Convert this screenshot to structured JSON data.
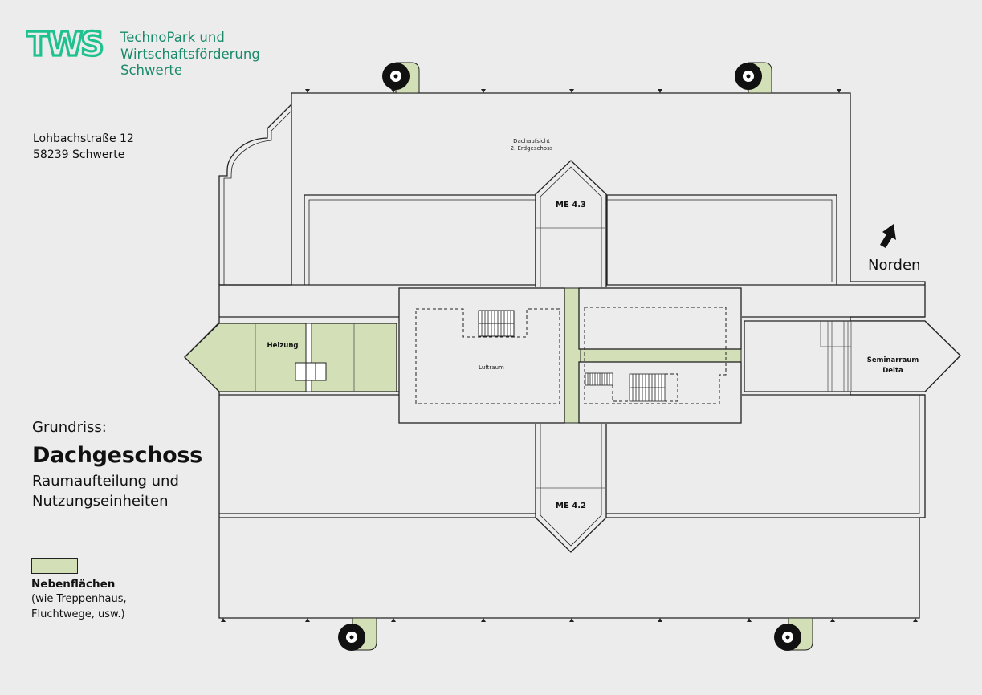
{
  "logo": {
    "mark": "TWS",
    "org_lines": [
      "TechnoPark und",
      "Wirtschaftsförderung",
      "Schwerte"
    ]
  },
  "address": {
    "street": "Lohbachstraße 12",
    "city": "58239 Schwerte"
  },
  "heading": {
    "label": "Grundriss:",
    "title": "Dachgeschoss",
    "subtitle_lines": [
      "Raumaufteilung und",
      "Nutzungseinheiten"
    ]
  },
  "legend": {
    "title": "Nebenflächen",
    "desc_lines": [
      "(wie Treppenhaus,",
      "Fluchtwege, usw.)"
    ],
    "color": "#d3e0b7"
  },
  "compass": {
    "label": "Norden"
  },
  "rooms": {
    "roof_view": [
      "Dachaufsicht",
      "2. Erdgeschoss"
    ],
    "me43": "ME 4.3",
    "me42": "ME 4.2",
    "heizung": "Heizung",
    "luftraum": "Luftraum",
    "seminar": [
      "Seminarraum",
      "Delta"
    ]
  },
  "colors": {
    "accent_green": "#1a8a6b",
    "area_green": "#d3e0b7",
    "wall": "#222222",
    "background": "#ececec"
  }
}
